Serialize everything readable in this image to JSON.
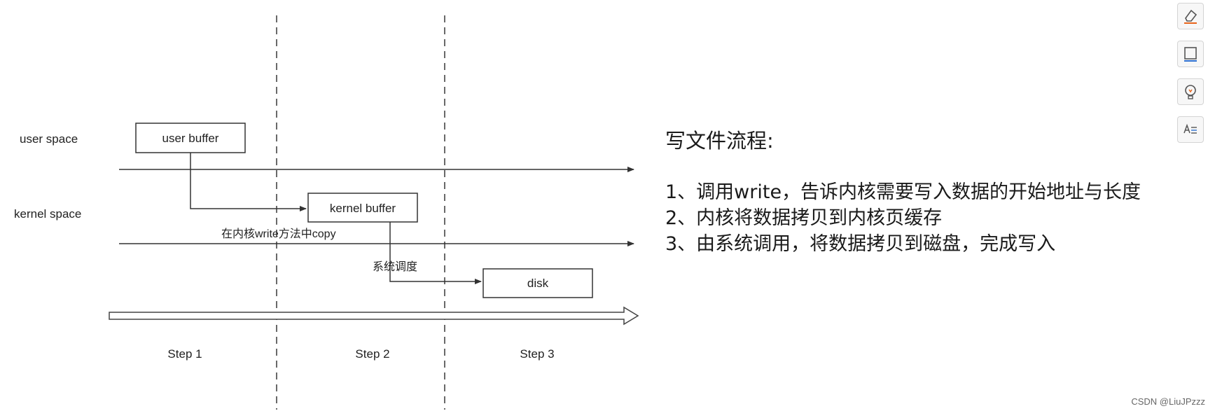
{
  "diagram": {
    "rows": {
      "user_space": "user space",
      "kernel_space": "kernel space"
    },
    "boxes": {
      "user_buffer": "user buffer",
      "kernel_buffer": "kernel buffer",
      "disk": "disk"
    },
    "edge_labels": {
      "copy": "在内核write方法中copy",
      "schedule": "系统调度"
    },
    "steps": [
      "Step 1",
      "Step 2",
      "Step 3"
    ]
  },
  "notes": {
    "title": "写文件流程:",
    "items": [
      "1、调用write，告诉内核需要写入数据的开始地址与长度",
      "2、内核将数据拷贝到内核页缓存",
      "3、由系统调用，将数据拷贝到磁盘，完成写入"
    ]
  },
  "toolbar": {
    "icons": [
      "edit-icon",
      "frame-icon",
      "lightbulb-icon",
      "translate-icon"
    ]
  },
  "watermark": "CSDN @LiuJPzzz"
}
